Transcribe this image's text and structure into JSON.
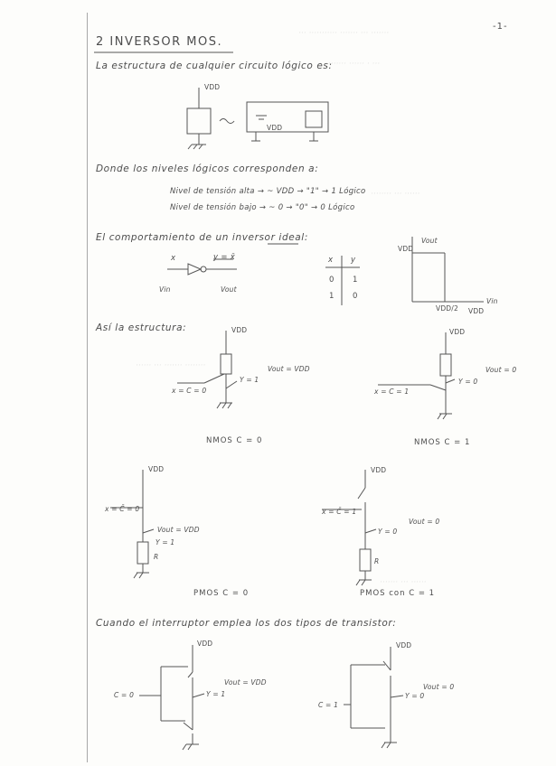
{
  "page_number": "-1-",
  "title": "2 INVERSOR MOS.",
  "intro": "La estructura de cualquier circuito lógico es:",
  "vdd": "VDD",
  "niveles_intro": "Donde los niveles lógicos corresponden a:",
  "nivel_alto": "Nivel de tensión alta → ~ VDD → \"1\" → 1 Lógico",
  "nivel_bajo": "Nivel de tensión bajo → ~ 0 → \"0\" → 0 Lógico",
  "comportamiento": "El comportamiento de un inversor ideal:",
  "inv_x": "x",
  "inv_y": "y = x̄",
  "vin": "Vin",
  "vout": "Vout",
  "truth_table": {
    "headers": [
      "x",
      "y"
    ],
    "rows": [
      [
        "0",
        "1"
      ],
      [
        "1",
        "0"
      ]
    ]
  },
  "graph": {
    "vout_label": "Vout",
    "vdd_label": "VDD",
    "vin_label": "Vin",
    "vdd_half": "VDD/2",
    "vdd_end": "VDD"
  },
  "asi_estructura": "Así la estructura:",
  "nmos0": {
    "vdd": "VDD",
    "input": "x = C = 0",
    "out": "Y = 1",
    "vout": "Vout = VDD",
    "caption": "NMOS C = 0"
  },
  "nmos1": {
    "vdd": "VDD",
    "input": "x = C = 1",
    "out": "Y = 0",
    "vout": "Vout = 0",
    "caption": "NMOS C = 1"
  },
  "pmos0": {
    "vdd": "VDD",
    "input": "x = C̄ = 0",
    "vout": "Vout = VDD",
    "out": "Y = 1",
    "r": "R",
    "caption": "PMOS C = 0"
  },
  "pmos1": {
    "vdd": "VDD",
    "input": "x = C̄ = 1",
    "vout": "Vout = 0",
    "out": "Y = 0",
    "r": "R",
    "caption": "PMOS con C = 1"
  },
  "cuando": "Cuando el interruptor emplea los dos tipos de transistor:",
  "cmos0": {
    "vdd": "VDD",
    "input": "C = 0",
    "out": "Y = 1",
    "vout": "Vout = VDD"
  },
  "cmos1": {
    "vdd": "VDD",
    "input": "C = 1",
    "out": "Y = 0",
    "vout": "Vout = 0"
  }
}
